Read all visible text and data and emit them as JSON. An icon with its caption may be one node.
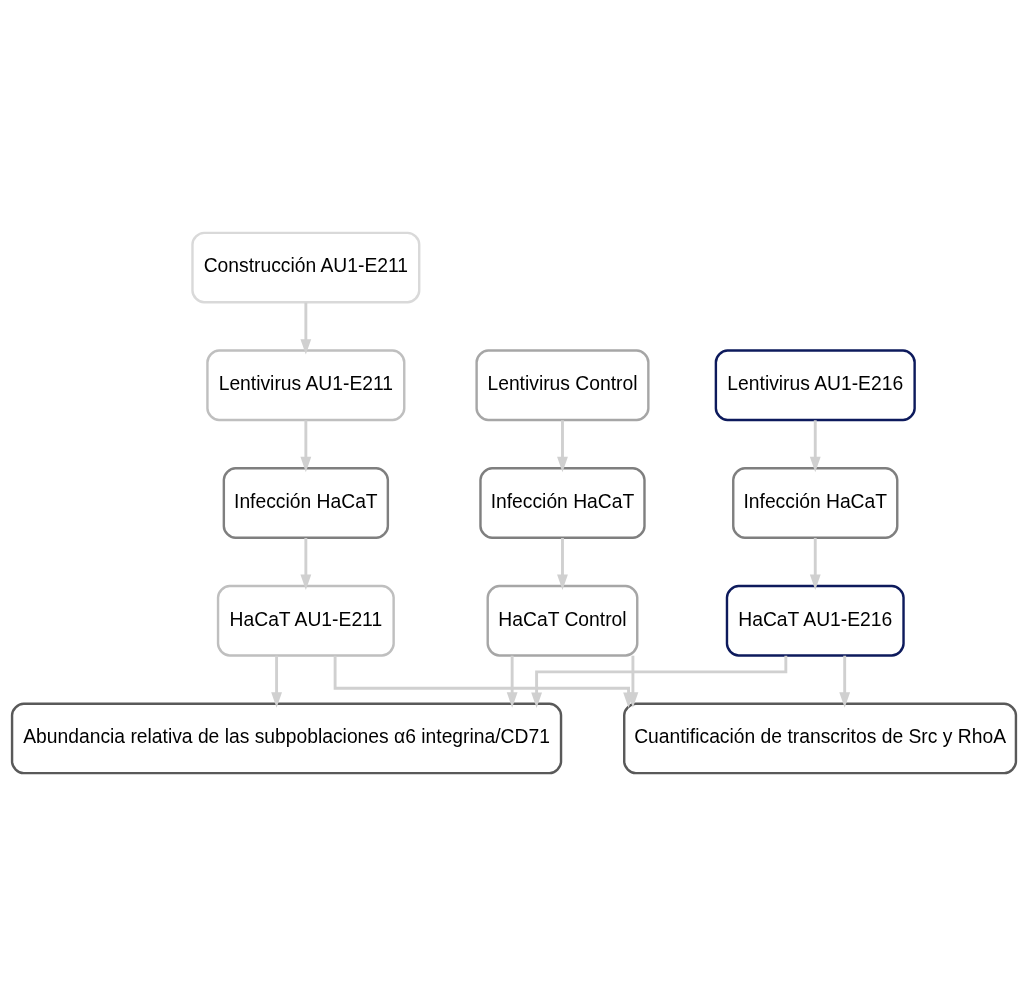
{
  "diagram": {
    "nodes": [
      {
        "text": [
          "Construcción AU1-E211"
        ]
      },
      {
        "text": [
          "Lentivirus AU1-E211"
        ]
      },
      {
        "text": [
          "Lentivirus Control"
        ]
      },
      {
        "text": [
          "Lentivirus AU1-E216"
        ]
      },
      {
        "text": [
          "Infección HaCaT"
        ]
      },
      {
        "text": [
          "Infección HaCaT"
        ]
      },
      {
        "text": [
          "Infección HaCaT"
        ]
      },
      {
        "text": [
          "HaCaT AU1-E211"
        ]
      },
      {
        "text": [
          "HaCaT Control"
        ]
      },
      {
        "text": [
          "HaCaT AU1-E216"
        ]
      },
      {
        "text": [
          "Abundancia relativa de las subpoblaciones α6 integrina/CD71"
        ]
      },
      {
        "text": [
          "Cuantificación de transcritos de Src y RhoA"
        ]
      }
    ],
    "edges": [
      {
        "from": 0,
        "to": 1,
        "arrow": "to"
      },
      {
        "from": 1,
        "to": 4,
        "arrow": "to"
      },
      {
        "from": 2,
        "to": 5,
        "arrow": "to"
      },
      {
        "from": 3,
        "to": 6,
        "arrow": "to"
      },
      {
        "from": 4,
        "to": 7,
        "arrow": "to"
      },
      {
        "from": 5,
        "to": 8,
        "arrow": "to"
      },
      {
        "from": 6,
        "to": 9,
        "arrow": "to"
      },
      {
        "from": 7,
        "to": 10,
        "arrow": "to"
      },
      {
        "from": 8,
        "to": 10,
        "arrow": "to"
      },
      {
        "from": 9,
        "to": 10,
        "arrow": "to"
      },
      {
        "from": 7,
        "to": 11,
        "arrow": "to"
      },
      {
        "from": 8,
        "to": 11,
        "arrow": "to"
      },
      {
        "from": 9,
        "to": 11,
        "arrow": "to"
      }
    ]
  }
}
